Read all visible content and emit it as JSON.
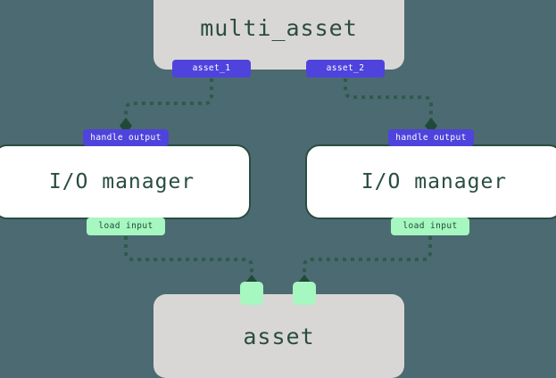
{
  "diagram": {
    "type": "asset-io-manager-flow",
    "background_color": "#4c6a72",
    "edge_color": "#2f5a4a",
    "nodes": [
      {
        "id": "multi_asset",
        "label": "multi_asset",
        "kind": "asset",
        "fill": "#d9d7d5",
        "text_color": "#2a4d40"
      },
      {
        "id": "io_manager_left",
        "label": "I/O manager",
        "kind": "io-manager",
        "fill": "#ffffff",
        "border": "#2a4d40",
        "text_color": "#2a4d40"
      },
      {
        "id": "io_manager_right",
        "label": "I/O manager",
        "kind": "io-manager",
        "fill": "#ffffff",
        "border": "#2a4d40",
        "text_color": "#2a4d40"
      },
      {
        "id": "asset",
        "label": "asset",
        "kind": "asset",
        "fill": "#d9d7d5",
        "text_color": "#2a4d40"
      }
    ],
    "handles": {
      "asset_1": "asset_1",
      "asset_2": "asset_2",
      "handle_output_left": "handle output",
      "handle_output_right": "handle output",
      "load_input_left": "load input",
      "load_input_right": "load input",
      "asset_input_1": "",
      "asset_input_2": "",
      "output_color": "#4f43dd",
      "output_text_color": "#ffffff",
      "input_color": "#a6f7c0",
      "input_text_color": "#1f4a38"
    },
    "edges": [
      {
        "from": "asset_1",
        "to": "handle_output_left",
        "style": "dotted",
        "arrow": "diamond"
      },
      {
        "from": "asset_2",
        "to": "handle_output_right",
        "style": "dotted",
        "arrow": "diamond"
      },
      {
        "from": "load_input_left",
        "to": "asset_input_1",
        "style": "dotted",
        "arrow": "diamond"
      },
      {
        "from": "load_input_right",
        "to": "asset_input_2",
        "style": "dotted",
        "arrow": "diamond"
      }
    ]
  }
}
